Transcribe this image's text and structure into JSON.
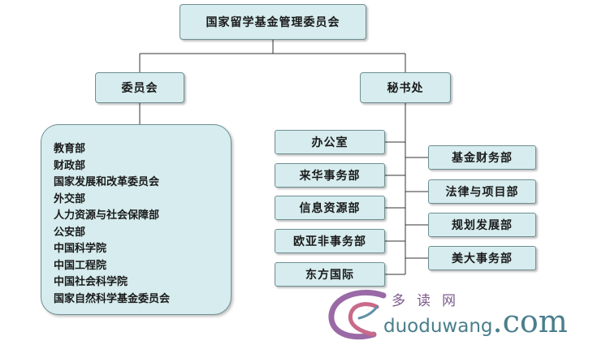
{
  "diagram": {
    "root": "国家留学基金管理委员会",
    "committee": {
      "title": "委员会",
      "members": [
        "教育部",
        "财政部",
        "国家发展和改革委员会",
        "外交部",
        "人力资源与社会保障部",
        "公安部",
        "中国科学院",
        "中国工程院",
        "中国社会科学院",
        "国家自然科学基金委员会"
      ]
    },
    "secretariat": {
      "title": "秘书处",
      "left_departments": [
        "办公室",
        "来华事务部",
        "信息资源部",
        "欧亚非事务部",
        "东方国际"
      ],
      "right_departments": [
        "基金财务部",
        "法律与项目部",
        "规划发展部",
        "美大事务部"
      ]
    },
    "colors": {
      "box_fill": "#d6ecee",
      "box_border": "#6f8f93",
      "line": "#333333"
    }
  },
  "watermark": {
    "cn": "多读网",
    "en_prefix": "duoduwang",
    "en_suffix": ".com"
  }
}
